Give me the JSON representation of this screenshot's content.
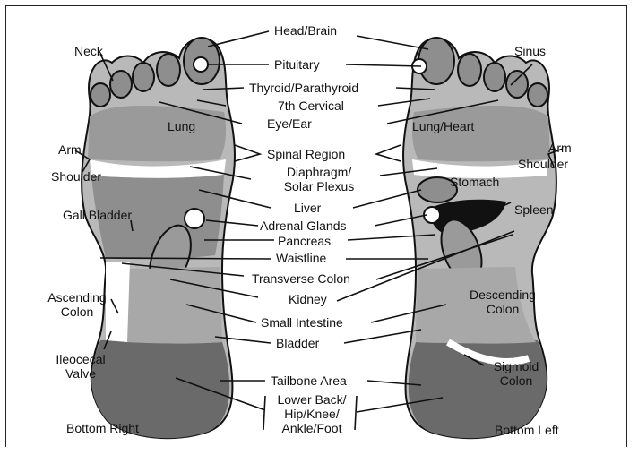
{
  "colors": {
    "light": "#b9b9b9",
    "mid": "#8e8e8e",
    "dark": "#6a6a6a",
    "outline": "#111111",
    "white": "#ffffff"
  },
  "labels": {
    "head_brain": "Head/Brain",
    "pituitary": "Pituitary",
    "thyroid": "Thyroid/Parathyroid",
    "cervical": "7th Cervical",
    "eye_ear": "Eye/Ear",
    "spinal": "Spinal Region",
    "diaphragm_1": "Diaphragm/",
    "diaphragm_2": "Solar Plexus",
    "liver": "Liver",
    "adrenal": "Adrenal Glands",
    "pancreas": "Pancreas",
    "waistline": "Waistline",
    "transverse": "Transverse Colon",
    "kidney": "Kidney",
    "small_intestine": "Small Intestine",
    "bladder": "Bladder",
    "tailbone": "Tailbone Area",
    "lower_1": "Lower Back/",
    "lower_2": "Hip/Knee/",
    "lower_3": "Ankle/Foot",
    "neck": "Neck",
    "lung": "Lung",
    "arm_r": "Arm",
    "shoulder_r": "Shoulder",
    "gall": "Gall Bladder",
    "ascending_1": "Ascending",
    "ascending_2": "Colon",
    "ileo_1": "Ileocecal",
    "ileo_2": "Valve",
    "bottom_right": "Bottom Right",
    "sinus": "Sinus",
    "lung_heart": "Lung/Heart",
    "arm_l": "Arm",
    "shoulder_l": "Shoulder",
    "stomach": "Stomach",
    "spleen": "Spleen",
    "descending_1": "Descending",
    "descending_2": "Colon",
    "sigmoid_1": "Sigmoid",
    "sigmoid_2": "Colon",
    "bottom_left": "Bottom Left"
  }
}
